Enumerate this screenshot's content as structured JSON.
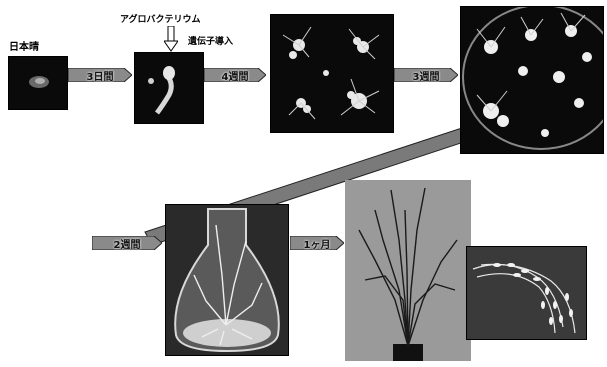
{
  "labels": {
    "variety": "日本晴",
    "bacterium": "アグロバクテリウム",
    "gene_transfer": "遺伝子導入"
  },
  "arrows": {
    "step1": "3日間",
    "step2": "4週間",
    "step3": "3週間",
    "step4": "2週間",
    "step5": "1ヶ月"
  },
  "colors": {
    "arrow_fill": "#8a8a8a",
    "photo_dark": "#0a0a0a",
    "plant_bg": "#9a9a9a"
  }
}
